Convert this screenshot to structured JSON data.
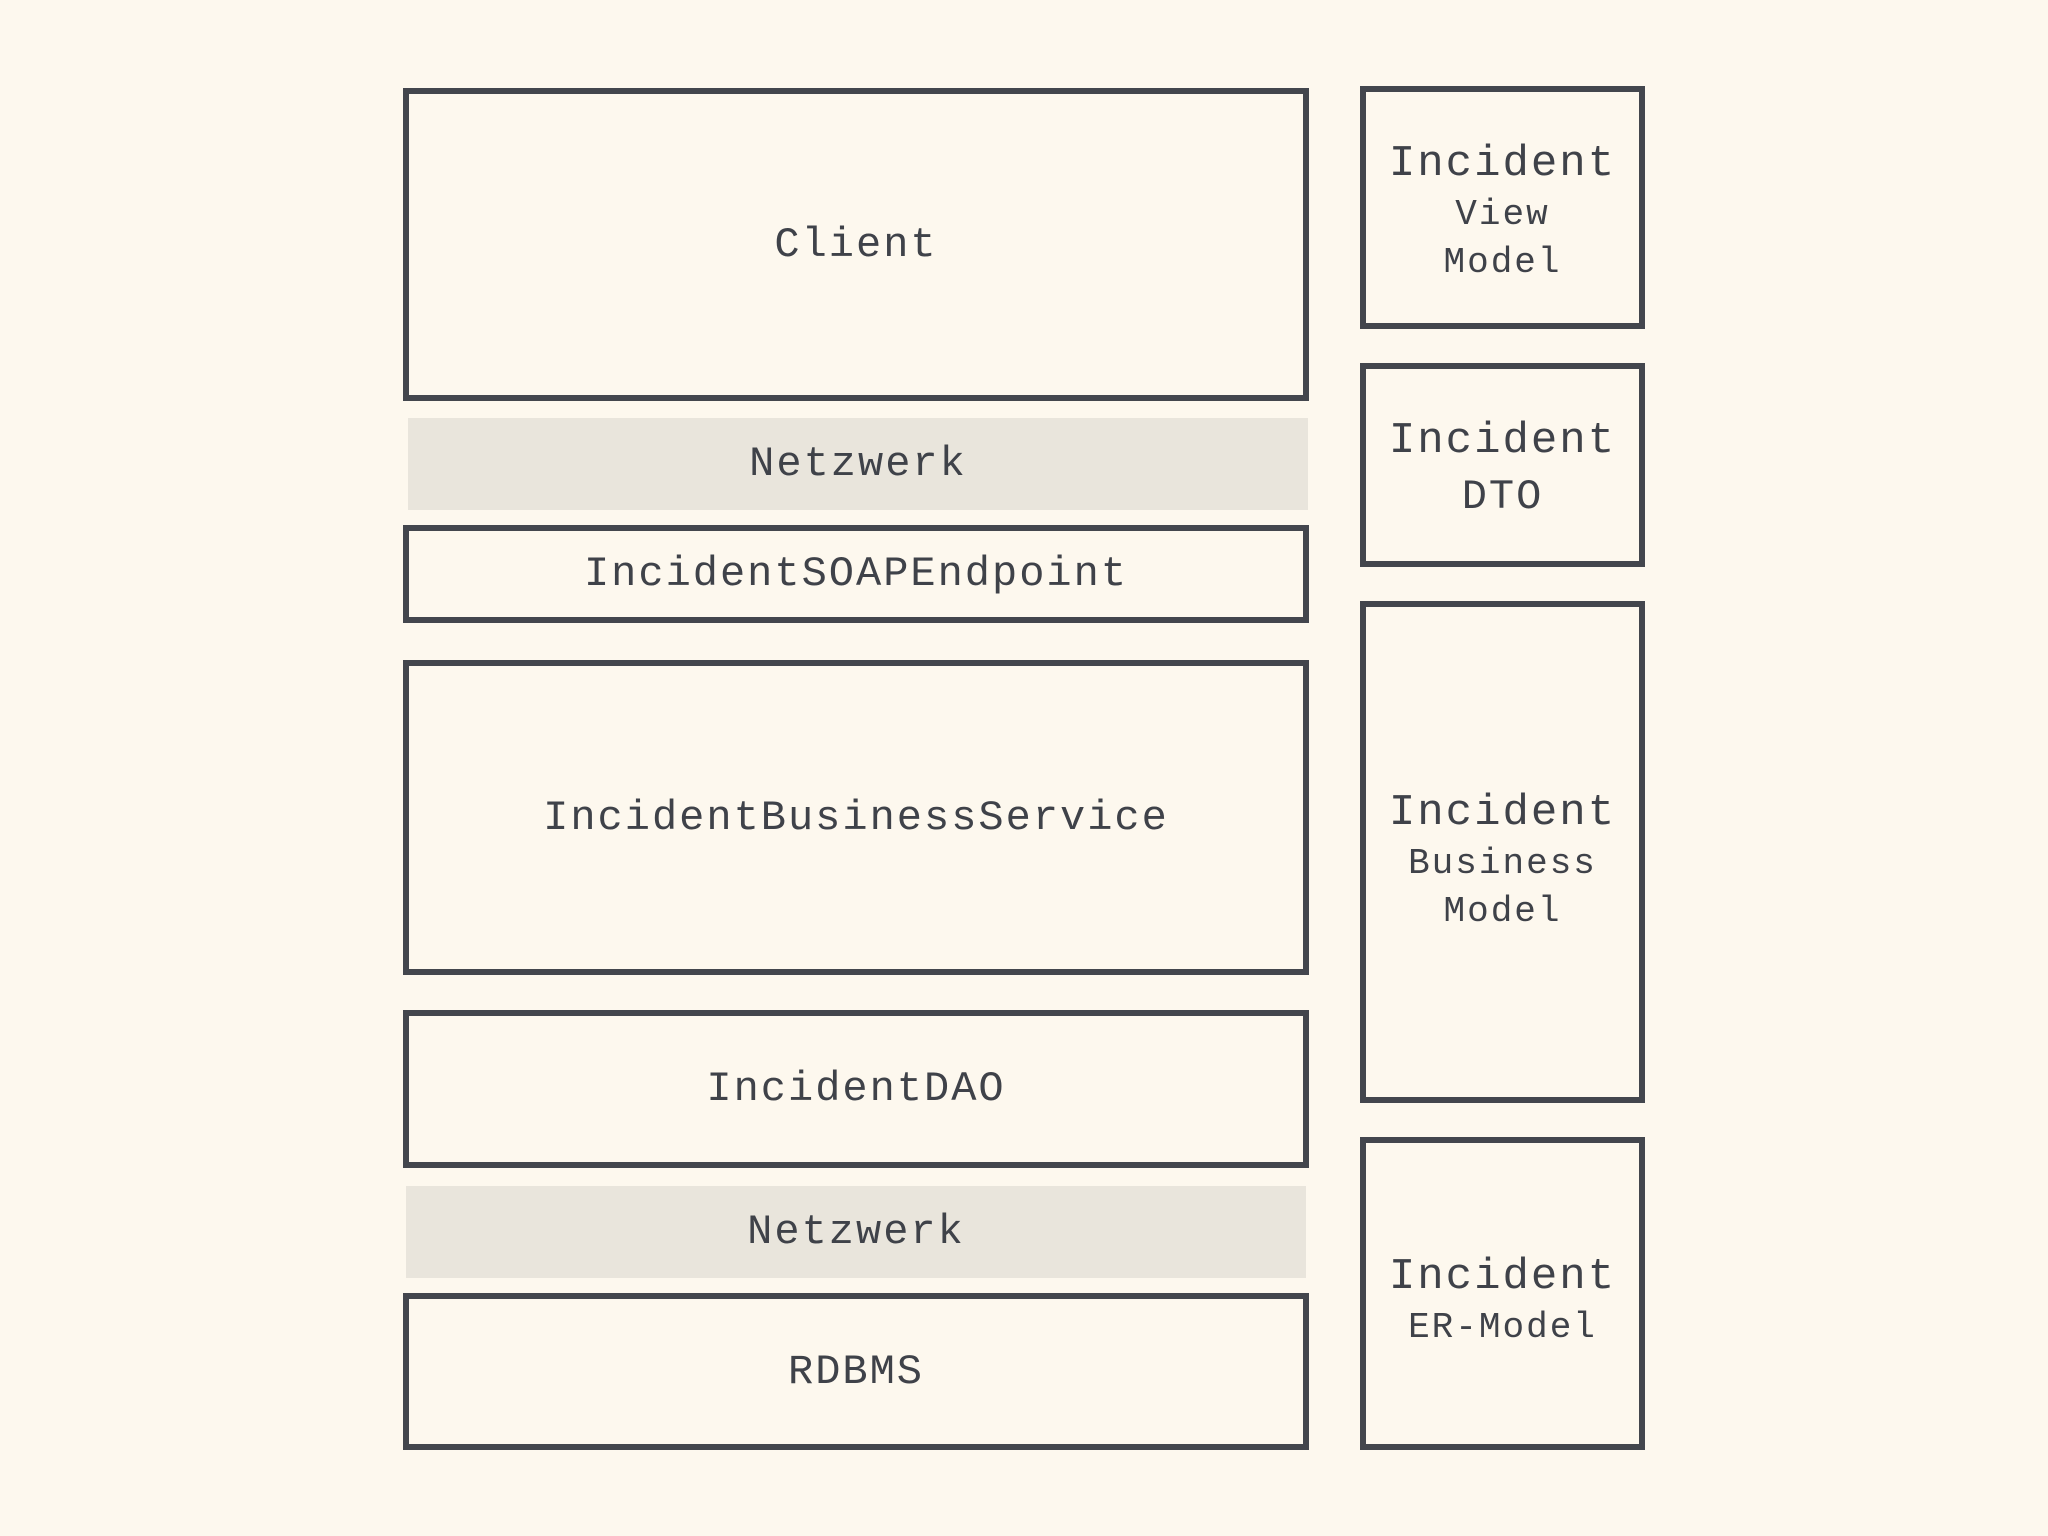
{
  "layers": {
    "client": "Client",
    "netzwerk_top": "Netzwerk",
    "soap_endpoint": "IncidentSOAPEndpoint",
    "business_service": "IncidentBusinessService",
    "dao": "IncidentDAO",
    "netzwerk_bottom": "Netzwerk",
    "rdbms": "RDBMS"
  },
  "models": {
    "view_model": {
      "title": "Incident",
      "lines": [
        "View",
        "Model"
      ]
    },
    "dto": {
      "title": "Incident",
      "lines": [
        "DTO"
      ]
    },
    "business_model": {
      "title": "Incident",
      "lines": [
        "Business",
        "Model"
      ]
    },
    "er_model": {
      "title": "Incident",
      "lines": [
        "ER-Model"
      ]
    }
  },
  "colors": {
    "background": "#fdf8ee",
    "border": "#43464d",
    "band": "#e9e5dc",
    "text": "#3f4249"
  }
}
